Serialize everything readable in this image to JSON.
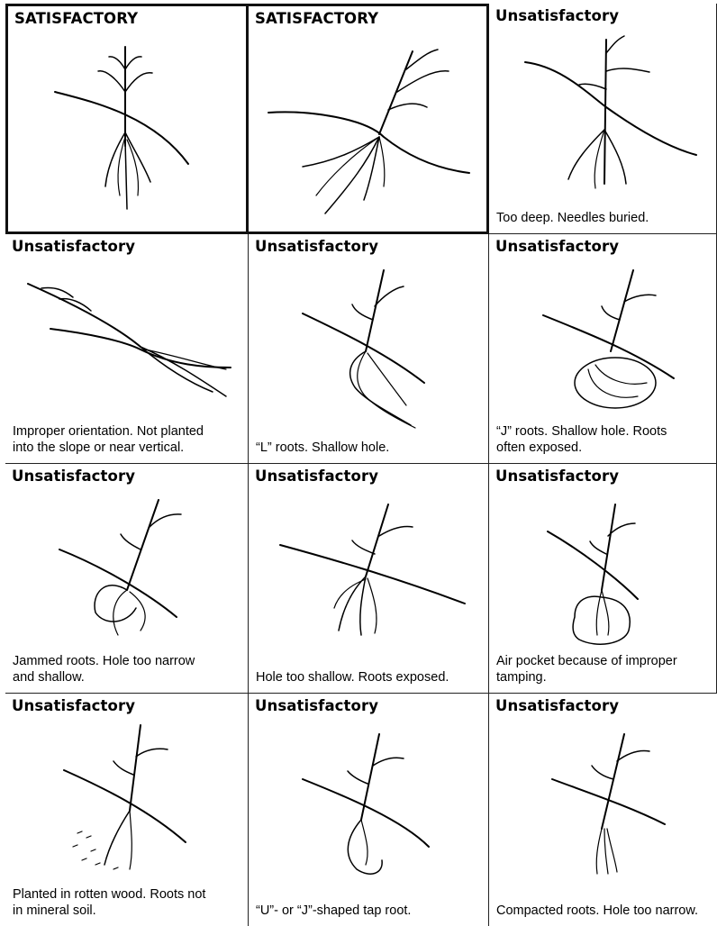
{
  "panels": [
    {
      "title": "SATISFACTORY",
      "caption": ""
    },
    {
      "title": "SATISFACTORY",
      "caption": ""
    },
    {
      "title": "Unsatisfactory",
      "caption": "Too deep. Needles buried."
    },
    {
      "title": "Unsatisfactory",
      "caption": "Improper orientation. Not planted\ninto the slope or near vertical."
    },
    {
      "title": "Unsatisfactory",
      "caption": "“L” roots. Shallow hole."
    },
    {
      "title": "Unsatisfactory",
      "caption": "“J” roots. Shallow hole. Roots\noften exposed."
    },
    {
      "title": "Unsatisfactory",
      "caption": "Jammed roots. Hole too narrow\nand shallow."
    },
    {
      "title": "Unsatisfactory",
      "caption": "Hole too shallow. Roots exposed."
    },
    {
      "title": "Unsatisfactory",
      "caption": "Air pocket because of improper\ntamping."
    },
    {
      "title": "Unsatisfactory",
      "caption": "Planted in rotten wood. Roots not\nin mineral soil."
    },
    {
      "title": "Unsatisfactory",
      "caption": "“U”- or “J”-shaped tap root."
    },
    {
      "title": "Unsatisfactory",
      "caption": "Compacted roots. Hole too narrow."
    }
  ]
}
